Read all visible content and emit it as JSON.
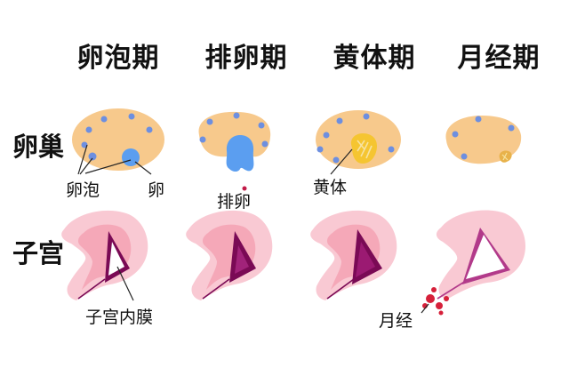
{
  "phases": [
    {
      "title": "卵泡期"
    },
    {
      "title": "排卵期"
    },
    {
      "title": "黄体期"
    },
    {
      "title": "月经期"
    }
  ],
  "rows": {
    "ovary": "卵巢",
    "uterus": "子宫"
  },
  "annotations": {
    "follicle": "卵泡",
    "egg": "卵",
    "ovulation": "排卵",
    "corpus_luteum": "黄体",
    "endometrium": "子宫内膜",
    "menstruation": "月经"
  },
  "colors": {
    "ovary_fill": "#f7c98c",
    "follicle_dot": "#6d8fe0",
    "egg_blue": "#5b9ef0",
    "luteum_yellow": "#f5c531",
    "uterus_outer": "#f9c9d3",
    "uterus_inner": "#f5a8b8",
    "lining_dark": "#7a0a55",
    "blood": "#d6203a"
  }
}
